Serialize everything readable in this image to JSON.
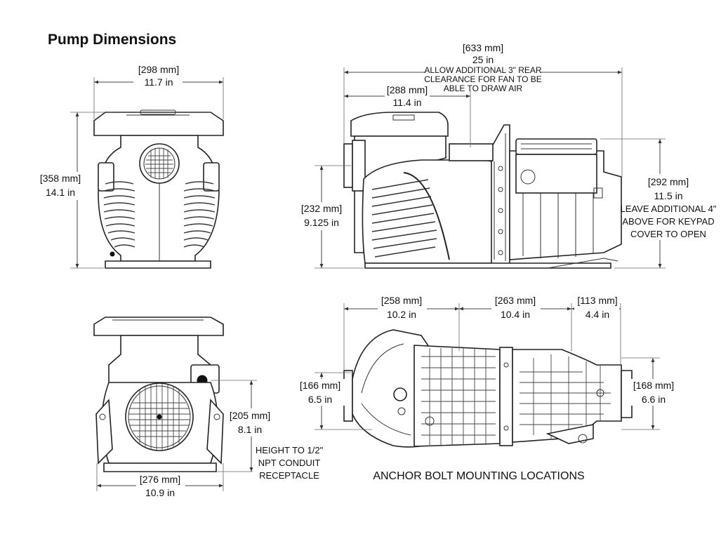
{
  "title": "Pump Dimensions",
  "front_view": {
    "width": {
      "mm": "[298 mm]",
      "in": "11.7 in"
    },
    "height": {
      "mm": "[358 mm]",
      "in": "14.1 in"
    }
  },
  "side_view": {
    "length": {
      "mm": "[633 mm]",
      "in": "25 in"
    },
    "rear_note": [
      "ALLOW ADDITIONAL 3\" REAR",
      "CLEARANCE  FOR FAN TO BE",
      "ABLE TO DRAW AIR"
    ],
    "strainer": {
      "mm": "[288 mm]",
      "in": "11.4 in"
    },
    "inlet_height": {
      "mm": "[232 mm]",
      "in": "9.125 in"
    },
    "motor_height": {
      "mm": "[292 mm]",
      "in": "11.5 in"
    },
    "keypad_note": [
      "LEAVE ADDITIONAL 4\"",
      "ABOVE FOR KEYPAD",
      "COVER TO OPEN"
    ]
  },
  "rear_view": {
    "conduit_height": {
      "mm": "[205 mm]",
      "in": "8.1 in"
    },
    "conduit_note": [
      "HEIGHT TO 1/2\"",
      "NPT CONDUIT",
      "RECEPTACLE"
    ],
    "base_width": {
      "mm": "[276 mm]",
      "in": "10.9 in"
    }
  },
  "base_view": {
    "spacing_1": {
      "mm": "[258 mm]",
      "in": "10.2 in"
    },
    "spacing_2": {
      "mm": "[263 mm]",
      "in": "10.4 in"
    },
    "spacing_3": {
      "mm": "[113 mm]",
      "in": "4.4 in"
    },
    "width_front": {
      "mm": "[166 mm]",
      "in": "6.5 in"
    },
    "width_rear": {
      "mm": "[168 mm]",
      "in": "6.6 in"
    },
    "caption": "ANCHOR BOLT MOUNTING LOCATIONS"
  }
}
